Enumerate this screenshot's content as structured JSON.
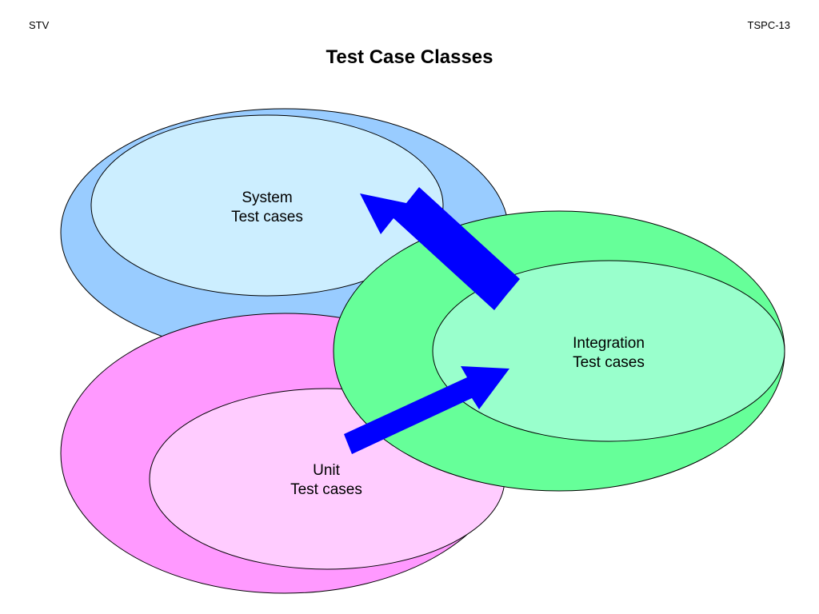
{
  "header": {
    "left": "STV",
    "right": "TSPC-13"
  },
  "title": "Test Case Classes",
  "diagram": {
    "system": {
      "line1": "System",
      "line2": "Test cases",
      "outer_color": "#99ccff",
      "inner_color": "#cceeff"
    },
    "unit": {
      "line1": "Unit",
      "line2": "Test cases",
      "outer_color": "#ff99ff",
      "inner_color": "#ffccff"
    },
    "integration": {
      "line1": "Integration",
      "line2": "Test cases",
      "outer_color": "#66ff99",
      "inner_color": "#99ffcc"
    },
    "arrow_color": "#0000ff"
  }
}
